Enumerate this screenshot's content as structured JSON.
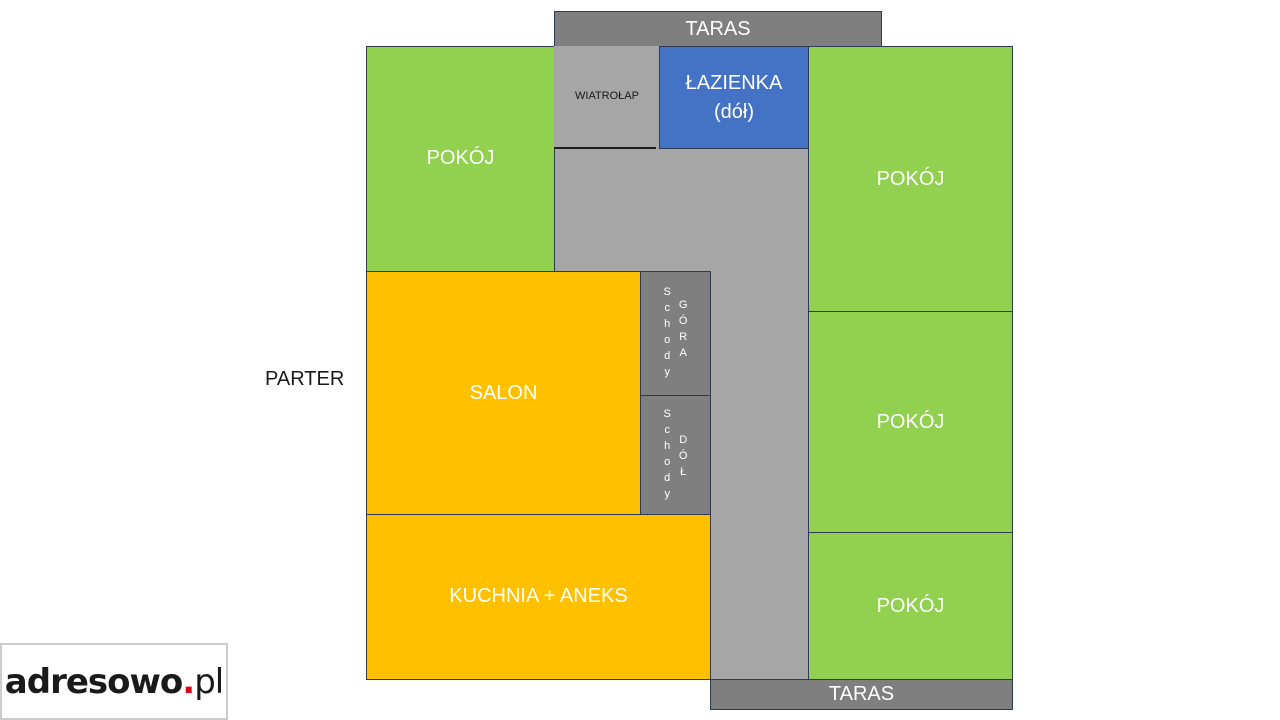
{
  "plan": {
    "floor_label": "PARTER",
    "rooms": {
      "taras_top": "TARAS",
      "taras_bottom": "TARAS",
      "wiatrolap": "WIATROŁAP",
      "lazienka_line1": "ŁAZIENKA",
      "lazienka_line2": "(dół)",
      "pokoj_left": "POKÓJ",
      "pokoj_right_1": "POKÓJ",
      "pokoj_right_2": "POKÓJ",
      "pokoj_right_3": "POKÓJ",
      "salon": "SALON",
      "kuchnia": "KUCHNIA + ANEKS"
    },
    "stairs": {
      "up_word": "Schody",
      "up_direction": "GÓRA",
      "down_word": "Schody",
      "down_direction": "DÓŁ"
    }
  },
  "logo": {
    "name": "adresowo",
    "dot": ".",
    "tld": "pl"
  },
  "colors": {
    "room_green": "#92d050",
    "living_yellow": "#ffc000",
    "corridor_gray": "#a6a6a6",
    "terrace_dark_gray": "#7f7f7f",
    "bathroom_blue": "#4472c4",
    "logo_dot_red": "#e30613"
  }
}
